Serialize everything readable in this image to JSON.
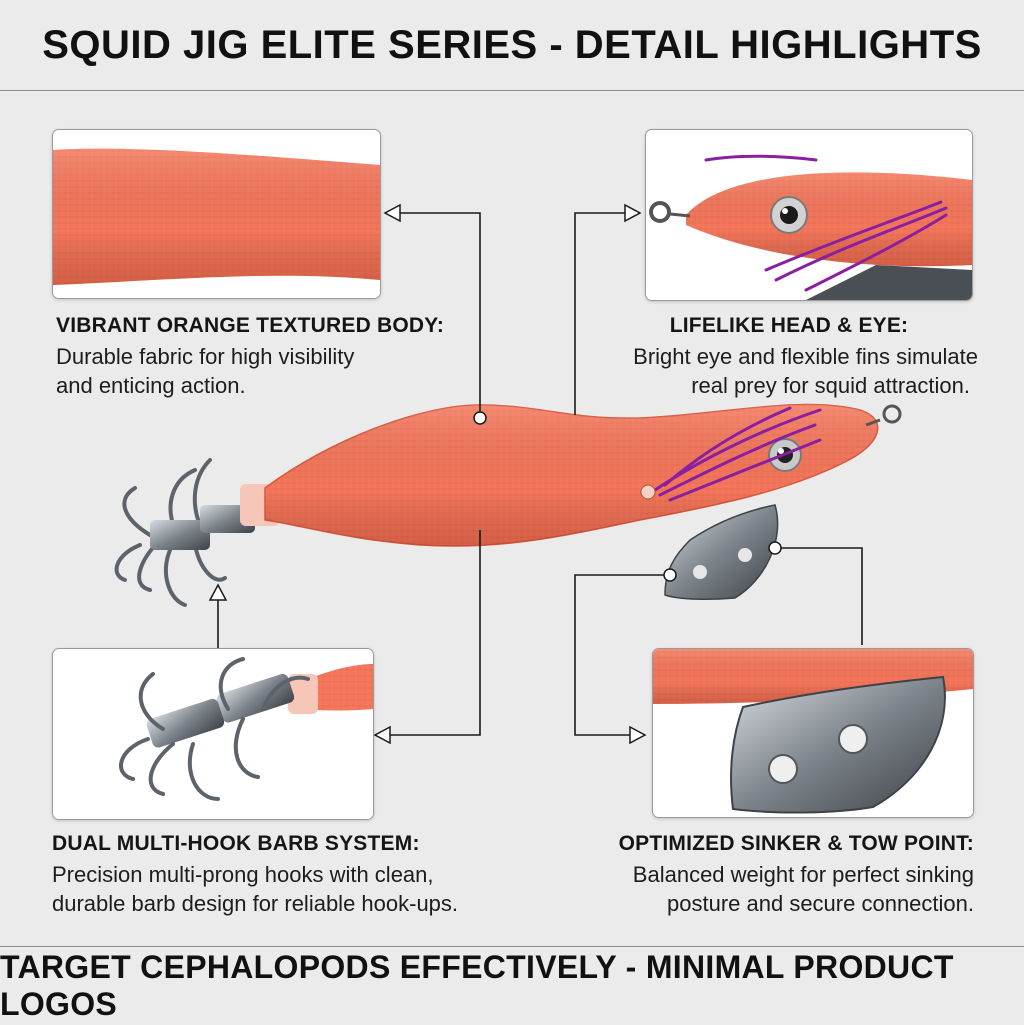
{
  "header": {
    "title": "SQUID JIG ELITE SERIES - DETAIL HIGHLIGHTS"
  },
  "footer": {
    "tagline": "TARGET CEPHALOPODS EFFECTIVELY - MINIMAL PRODUCT LOGOS"
  },
  "features": {
    "body": {
      "title": "VIBRANT ORANGE TEXTURED BODY:",
      "line1": "Durable fabric for high visibility",
      "line2": "and enticing action."
    },
    "head": {
      "title": "LIFELIKE HEAD & EYE:",
      "line1": "Bright eye and flexible fins simulate",
      "line2": "real prey for squid attraction."
    },
    "hooks": {
      "title": "DUAL MULTI-HOOK BARB SYSTEM:",
      "line1": "Precision multi-prong hooks with clean,",
      "line2": "durable barb design for reliable hook-ups."
    },
    "sinker": {
      "title": "OPTIMIZED SINKER & TOW POINT:",
      "line1": "Balanced weight for perfect sinking",
      "line2": "posture and secure connection."
    }
  },
  "colors": {
    "background": "#ebebeb",
    "jig_body": "#f4765a",
    "feather": "#8a1fa0",
    "metal": "#9aa0a6",
    "text": "#141414"
  },
  "icons": [
    "arrow-left-icon",
    "arrow-right-icon",
    "arrow-up-icon",
    "connector-dot-icon"
  ]
}
